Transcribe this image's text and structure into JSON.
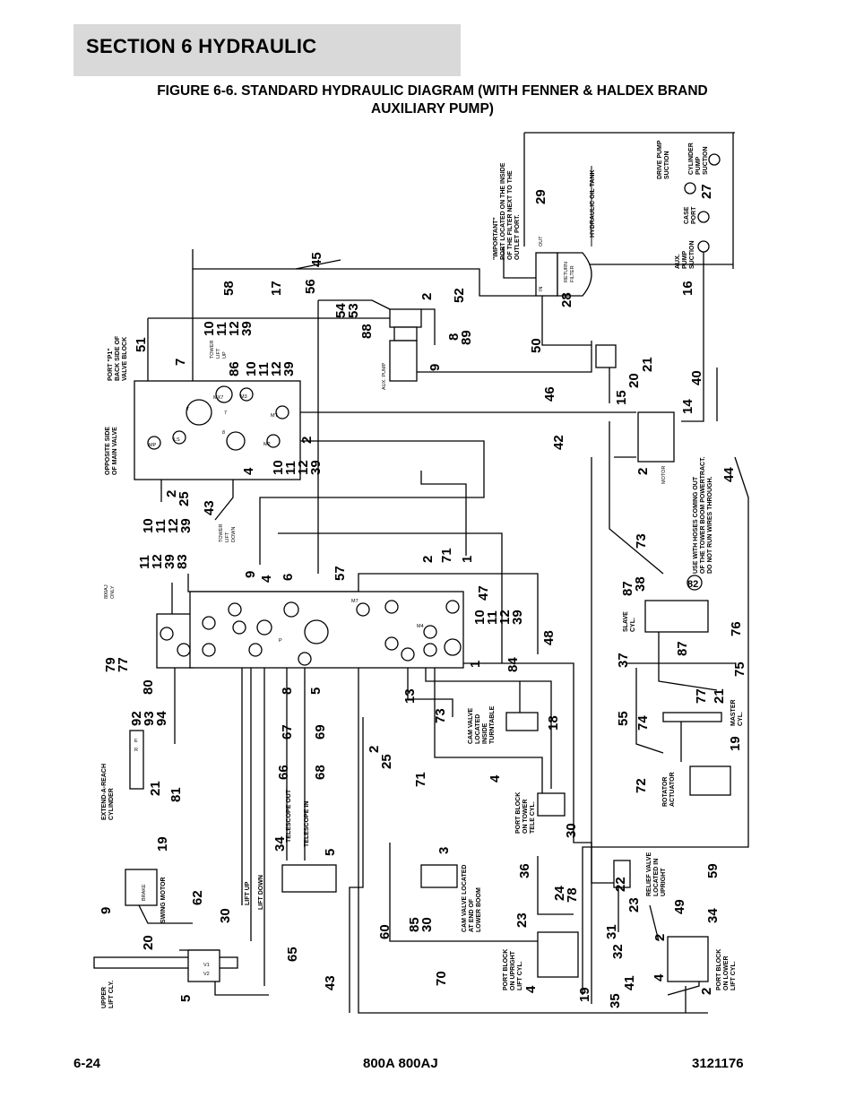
{
  "header": {
    "section": "SECTION 6   HYDRAULIC",
    "figure_title_line1": "FIGURE 6-6. STANDARD HYDRAULIC DIAGRAM (WITH FENNER & HALDEX BRAND",
    "figure_title_line2": "AUXILIARY PUMP)"
  },
  "footer": {
    "page": "6-24",
    "model": "800A 800AJ",
    "doc_number": "3121176"
  },
  "labels": {
    "important_note": [
      "\"IMPORTANT\"",
      "PORT LOCATED ON THE INSIDE",
      "OF THE FILTER NEXT TO THE",
      "OUTLET PORT."
    ],
    "oil_tank": "HYDRAULIC OIL TANK",
    "drive_pump_suction": [
      "DRIVE PUMP",
      "SUCTION"
    ],
    "cylinder_pump_suction": [
      "CYLINDER",
      "PUMP",
      "SUCTION"
    ],
    "case_port": [
      "CASE",
      "PORT"
    ],
    "aux_pump_suction": [
      "AUX.",
      "PUMP",
      "SUCTION"
    ],
    "return_filter": [
      "RETURN",
      "FILTER"
    ],
    "out": "OUT",
    "in": "IN",
    "port_p1": [
      "PORT \"P1\"",
      "BACK SIDE OF",
      "VALVE BLOCK"
    ],
    "opposite_side": [
      "OPPOSITE SIDE",
      "OF MAIN VALVE"
    ],
    "tower_lift_up": [
      "TOWER",
      "LIFT",
      "UP"
    ],
    "tower_lift_down": [
      "TOWER",
      "LIFT",
      "DOWN"
    ],
    "aux_pump": "AUX. PUMP",
    "motor": "MOTOR",
    "hoses_note": [
      "USE WITH HOSES COMING OUT",
      "OF THE TOWER BOOM POWERTRACT.",
      "DO NOT RUN WIRES THROUGH."
    ],
    "only_800aj": [
      "800AJ",
      "ONLY"
    ],
    "slave_cyl": [
      "SLAVE",
      "CYL."
    ],
    "master_cyl": [
      "MASTER",
      "CYL."
    ],
    "rotator_actuator": [
      "ROTATOR",
      "ACTUATOR"
    ],
    "cam_valve_turntable": [
      "CAM VALVE",
      "LOCATED",
      "INSIDE",
      "TURNTABLE"
    ],
    "port_block_tower_tele": [
      "PORT BLOCK",
      "ON TOWER",
      "TELE CYL."
    ],
    "extend_a_reach": [
      "EXTEND-A-REACH",
      "CYLINDER"
    ],
    "telescope_out": "TELESCOPE OUT",
    "telescope_in": "TELESCOPE IN",
    "swing_motor": "SWING MOTOR",
    "brake": "BRAKE",
    "lift_up": "LIFT UP",
    "lift_down": "LIFT DOWN",
    "cam_valve_lower_boom": [
      "CAM VALVE LOCATED",
      "AT END OF",
      "LOWER BOOM"
    ],
    "relief_valve": [
      "RELIEF VALVE",
      "LOCATED IN",
      "UPRIGHT"
    ],
    "port_block_upright": [
      "PORT BLOCK",
      "ON UPRIGHT",
      "LIFT  CYL."
    ],
    "port_block_lower_lift": [
      "PORT BLOCK",
      "ON LOWER",
      "LIFT CYL."
    ],
    "upper_lift_cyl": [
      "UPPER",
      "LIFT CLY."
    ],
    "circle_82": "82"
  },
  "ports": {
    "mp": "MP",
    "ls": "LS",
    "t": "T",
    "mx7": "MX7",
    "m3": "M3",
    "mt": "MT",
    "m2": "M2",
    "p8": "8",
    "p7": "7",
    "m7": "M7",
    "m4": "M4",
    "p": "P",
    "v1": "V1",
    "v2": "V2",
    "r": "R",
    "e": "E",
    "a": "A",
    "b": "B",
    "c": "C"
  },
  "callouts": {
    "n29": "29",
    "n27": "27",
    "n28": "28",
    "n16": "16",
    "n45": "45",
    "n17": "17",
    "n56": "56",
    "n2a": "2",
    "n52": "52",
    "n54": "54",
    "n53": "53",
    "n88": "88",
    "n8": "8",
    "n89": "89",
    "n9a": "9",
    "n58": "58",
    "n7": "7",
    "n10a": "10",
    "n11a": "11",
    "n12a": "12",
    "n39a": "39",
    "n86": "86",
    "n10b": "10",
    "n11b": "11",
    "n12b": "12",
    "n39b": "39",
    "n51": "51",
    "n50": "50",
    "n46": "46",
    "n20a": "20",
    "n21a": "21",
    "n40": "40",
    "n15": "15",
    "n14": "14",
    "n42": "42",
    "n2b": "2",
    "n44": "44",
    "n2c": "2",
    "n4a": "4",
    "n10c": "10",
    "n11c": "11",
    "n12c": "12",
    "n39c": "39",
    "n2d": "2",
    "n25a": "25",
    "n43a": "43",
    "n10d": "10",
    "n11d": "11",
    "n12d": "12",
    "n39d": "39",
    "n73a": "73",
    "n11e": "11",
    "n12e": "12",
    "n39e": "39",
    "n83": "83",
    "n9b": "9",
    "n4b": "4",
    "n6": "6",
    "n57": "57",
    "n2e": "2",
    "n71a": "71",
    "n1a": "1",
    "n47": "47",
    "n10e": "10",
    "n11f": "11",
    "n12f": "12",
    "n39f": "39",
    "n87a": "87",
    "n38": "38",
    "n87b": "87",
    "n76": "76",
    "n79": "79",
    "n77a": "77",
    "n8b": "8",
    "n5a": "5",
    "n1b": "1",
    "n48": "48",
    "n37": "37",
    "n75": "75",
    "n80": "80",
    "n13": "13",
    "n84": "84",
    "n92": "92",
    "n93": "93",
    "n94": "94",
    "n67": "67",
    "n69": "69",
    "n73b": "73",
    "n18": "18",
    "n55": "55",
    "n74": "74",
    "n77b": "77",
    "n21b": "21",
    "n19a": "19",
    "n2f": "2",
    "n25b": "25",
    "n66": "66",
    "n68": "68",
    "n71b": "71",
    "n4c": "4",
    "n72": "72",
    "n21c": "21",
    "n81": "81",
    "n30a": "30",
    "n34a": "34",
    "n5b": "5",
    "n19b": "19",
    "n3": "3",
    "n36": "36",
    "n59": "59",
    "n9c": "9",
    "n62": "62",
    "n24": "24",
    "n78": "78",
    "n22": "22",
    "n23a": "23",
    "n49": "49",
    "n34b": "34",
    "n20b": "20",
    "n30b": "30",
    "n23b": "23",
    "n85": "85",
    "n30c": "30",
    "n60": "60",
    "n31": "31",
    "n2g": "2",
    "n65": "65",
    "n32": "32",
    "n4d": "4",
    "n5c": "5",
    "n43b": "43",
    "n70": "70",
    "n4e": "4",
    "n19c": "19",
    "n35": "35",
    "n41": "41",
    "n2h": "2"
  }
}
